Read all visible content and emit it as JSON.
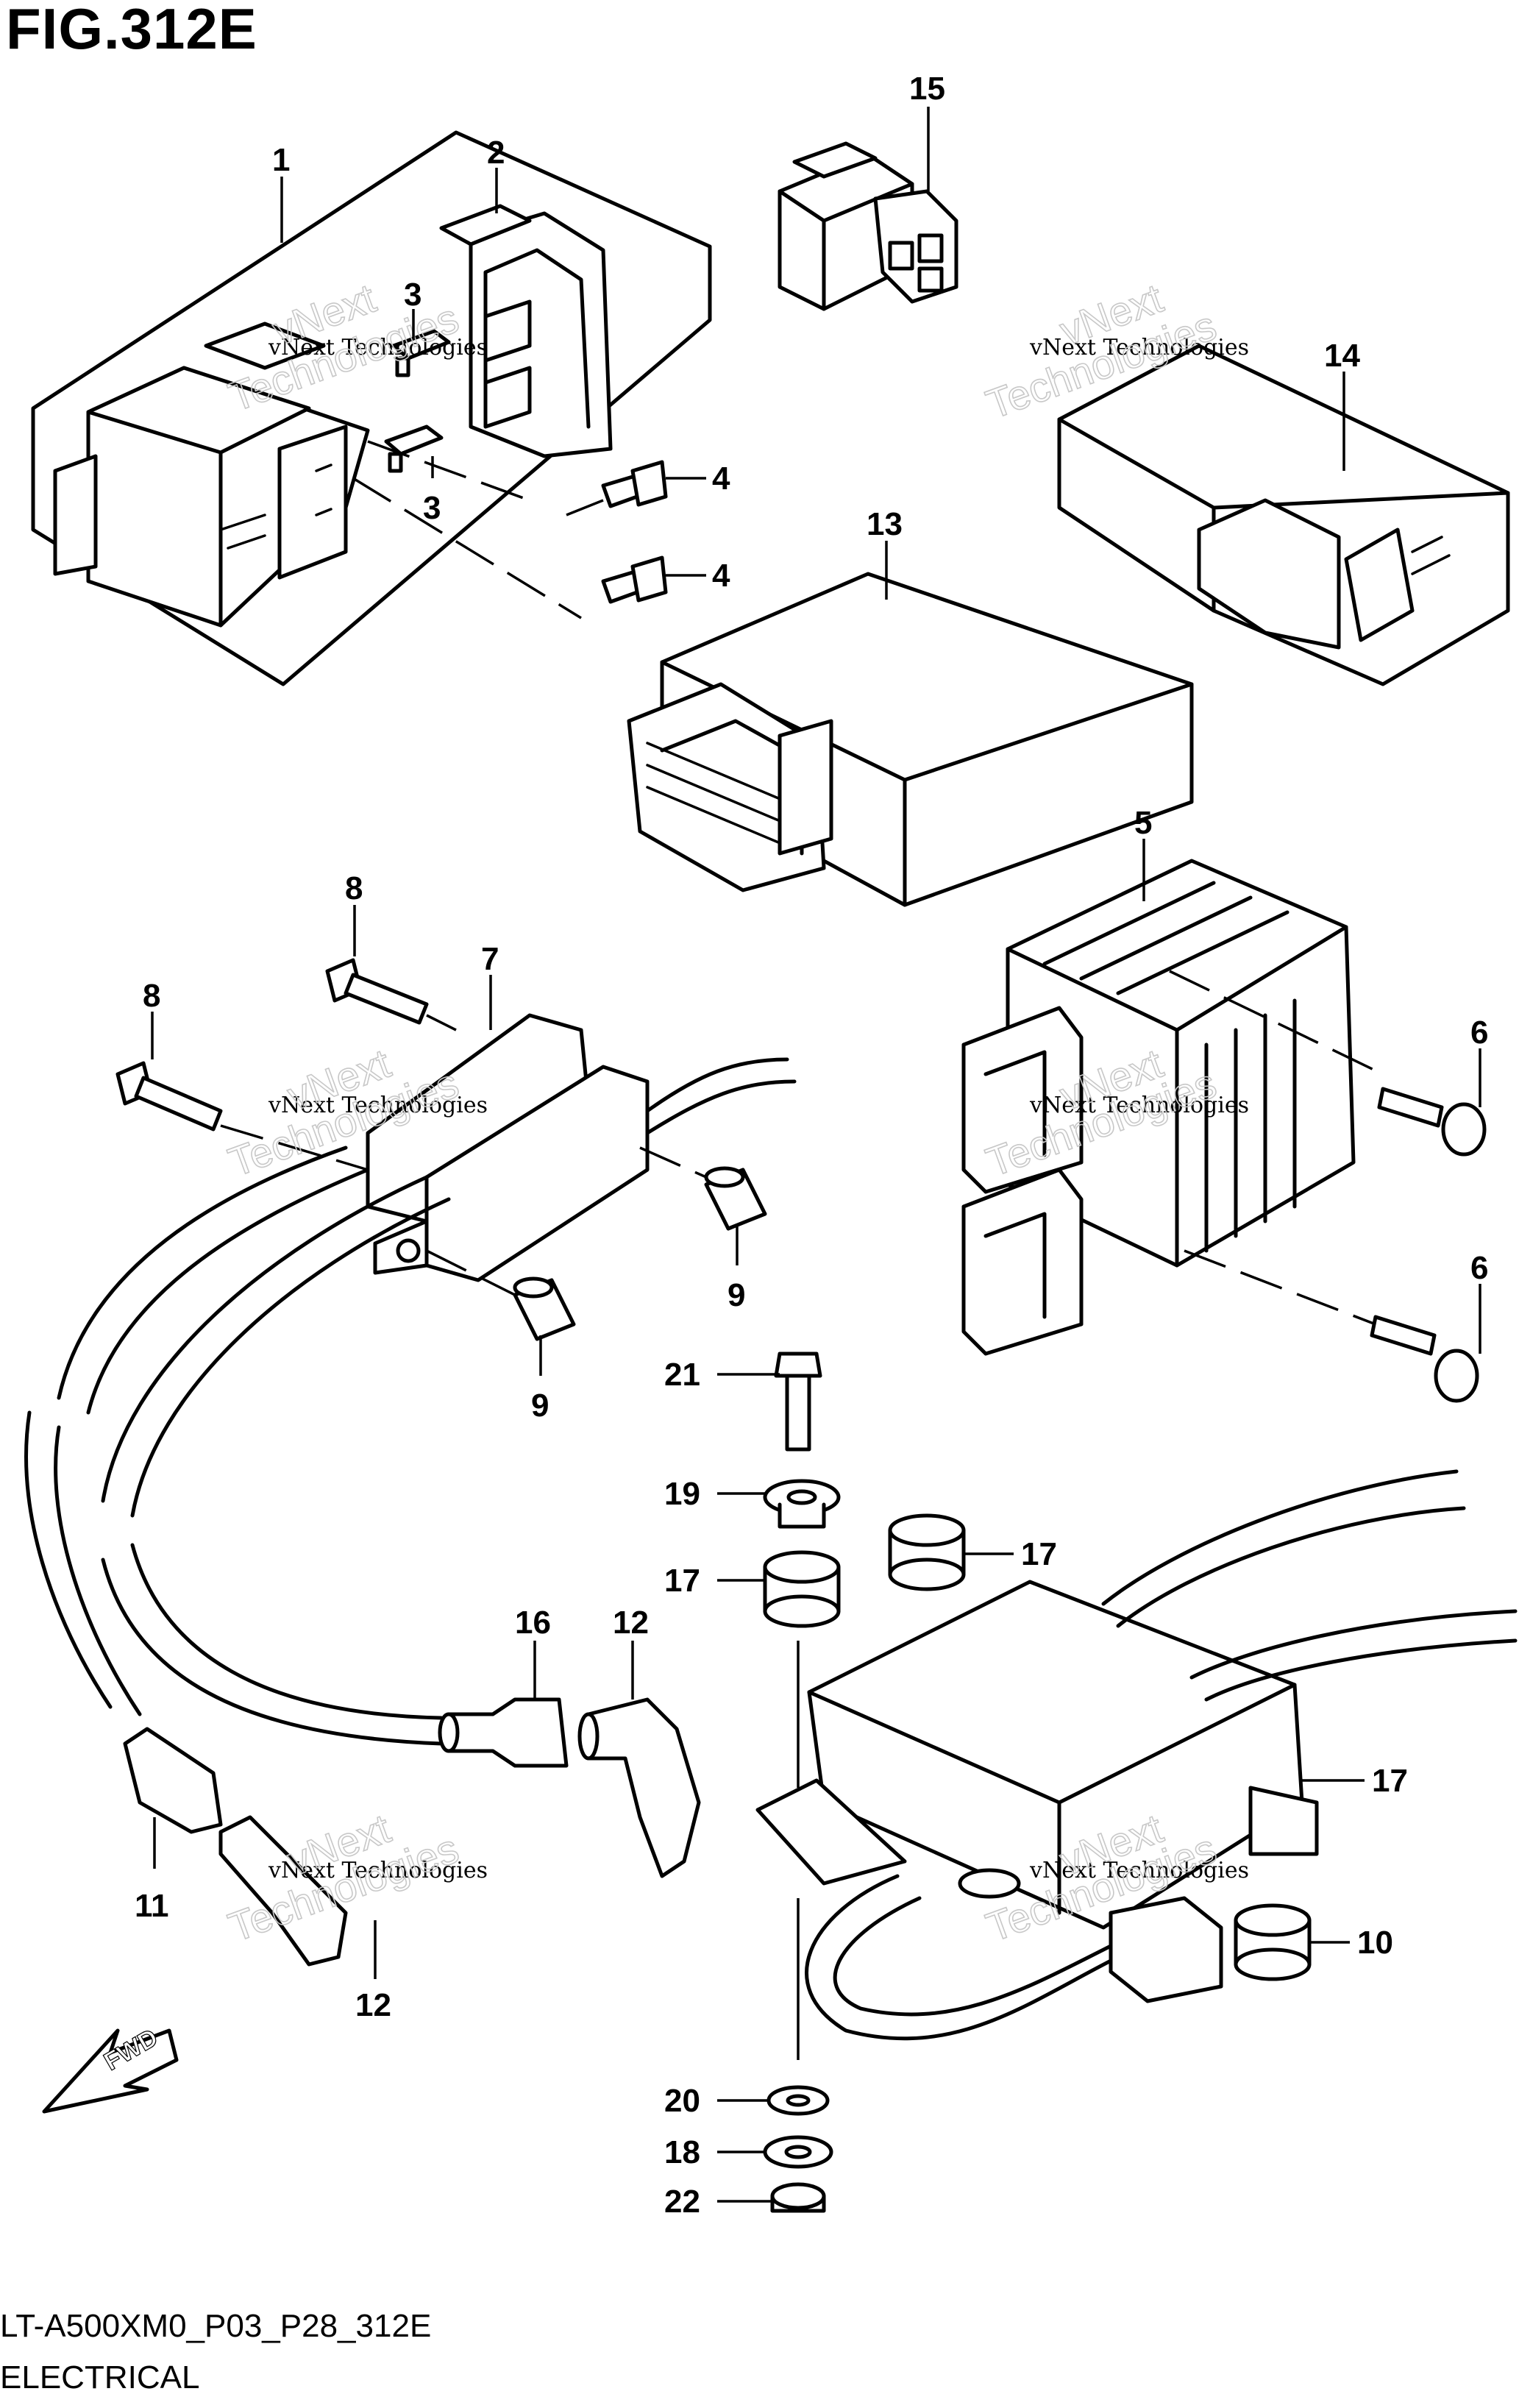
{
  "figure": {
    "title": "FIG.312E",
    "model_code": "LT-A500XM0_P03_P28_312E",
    "section": "ELECTRICAL",
    "fwd_label": "FWD"
  },
  "watermark": {
    "line1": "vNext Technologies",
    "line2": "vNext",
    "line3": "Technologies"
  },
  "callouts": [
    {
      "id": "c1",
      "label": "1"
    },
    {
      "id": "c2",
      "label": "2"
    },
    {
      "id": "c3a",
      "label": "3"
    },
    {
      "id": "c3b",
      "label": "3"
    },
    {
      "id": "c4a",
      "label": "4"
    },
    {
      "id": "c4b",
      "label": "4"
    },
    {
      "id": "c15",
      "label": "15"
    },
    {
      "id": "c14",
      "label": "14"
    },
    {
      "id": "c13",
      "label": "13"
    },
    {
      "id": "c5",
      "label": "5"
    },
    {
      "id": "c6a",
      "label": "6"
    },
    {
      "id": "c6b",
      "label": "6"
    },
    {
      "id": "c7",
      "label": "7"
    },
    {
      "id": "c8a",
      "label": "8"
    },
    {
      "id": "c8b",
      "label": "8"
    },
    {
      "id": "c9a",
      "label": "9"
    },
    {
      "id": "c9b",
      "label": "9"
    },
    {
      "id": "c21",
      "label": "21"
    },
    {
      "id": "c19",
      "label": "19"
    },
    {
      "id": "c17a",
      "label": "17"
    },
    {
      "id": "c17b",
      "label": "17"
    },
    {
      "id": "c17c",
      "label": "17"
    },
    {
      "id": "c16",
      "label": "16"
    },
    {
      "id": "c12a",
      "label": "12"
    },
    {
      "id": "c11",
      "label": "11"
    },
    {
      "id": "c12b",
      "label": "12"
    },
    {
      "id": "c10",
      "label": "10"
    },
    {
      "id": "c20",
      "label": "20"
    },
    {
      "id": "c18",
      "label": "18"
    },
    {
      "id": "c22",
      "label": "22"
    }
  ]
}
